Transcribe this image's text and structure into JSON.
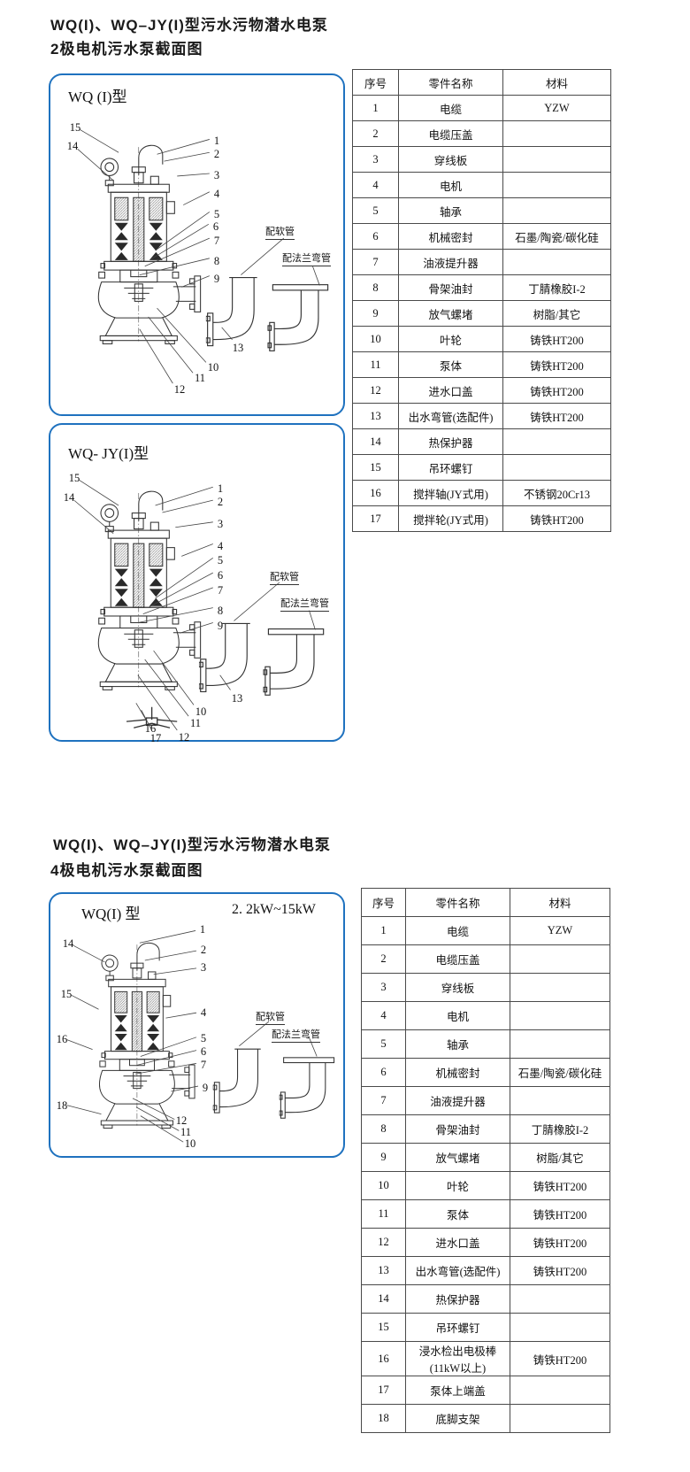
{
  "colors": {
    "box_border": "#1f72bf",
    "table_border": "#4a4a4a",
    "text": "#231f20"
  },
  "section1": {
    "title_line1": "WQ(I)、WQ–JY(I)型污水污物潜水电泵",
    "title_line2": "2极电机污水泵截面图",
    "diagram1": {
      "label": "WQ (I)型",
      "soft_pipe_label": "配软管",
      "flange_pipe_label": "配法兰弯管",
      "callouts": [
        "15",
        "14",
        "1",
        "2",
        "3",
        "4",
        "5",
        "6",
        "7",
        "8",
        "9",
        "13",
        "10",
        "11",
        "12"
      ]
    },
    "diagram2": {
      "label": "WQ- JY(I)型",
      "soft_pipe_label": "配软管",
      "flange_pipe_label": "配法兰弯管",
      "callouts": [
        "15",
        "14",
        "1",
        "2",
        "3",
        "4",
        "5",
        "6",
        "7",
        "8",
        "9",
        "13",
        "10",
        "11",
        "16",
        "17",
        "12"
      ]
    },
    "table": {
      "headers": [
        "序号",
        "零件名称",
        "材料"
      ],
      "rows": [
        [
          "1",
          "电缆",
          "YZW"
        ],
        [
          "2",
          "电缆压盖",
          ""
        ],
        [
          "3",
          "穿线板",
          ""
        ],
        [
          "4",
          "电机",
          ""
        ],
        [
          "5",
          "轴承",
          ""
        ],
        [
          "6",
          "机械密封",
          "石墨/陶瓷/碳化硅"
        ],
        [
          "7",
          "油液提升器",
          ""
        ],
        [
          "8",
          "骨架油封",
          "丁腈橡胶I-2"
        ],
        [
          "9",
          "放气螺堵",
          "树脂/其它"
        ],
        [
          "10",
          "叶轮",
          "铸铁HT200"
        ],
        [
          "11",
          "泵体",
          "铸铁HT200"
        ],
        [
          "12",
          "进水口盖",
          "铸铁HT200"
        ],
        [
          "13",
          "出水弯管(选配件)",
          "铸铁HT200"
        ],
        [
          "14",
          "热保护器",
          ""
        ],
        [
          "15",
          "吊环螺钉",
          ""
        ],
        [
          "16",
          "搅拌轴(JY式用)",
          "不锈钢20Cr13"
        ],
        [
          "17",
          "搅拌轮(JY式用)",
          "铸铁HT200"
        ]
      ]
    }
  },
  "section2": {
    "title_line1": "WQ(I)、WQ–JY(I)型污水污物潜水电泵",
    "title_line2": "4极电机污水泵截面图",
    "diagram3": {
      "label": "WQ(I) 型",
      "power_range": "2. 2kW~15kW",
      "soft_pipe_label": "配软管",
      "flange_pipe_label": "配法兰弯管",
      "callouts": [
        "14",
        "15",
        "16",
        "18",
        "1",
        "2",
        "3",
        "4",
        "5",
        "6",
        "7",
        "9",
        "12",
        "11",
        "10"
      ]
    },
    "table": {
      "headers": [
        "序号",
        "零件名称",
        "材料"
      ],
      "rows": [
        [
          "1",
          "电缆",
          "YZW"
        ],
        [
          "2",
          "电缆压盖",
          ""
        ],
        [
          "3",
          "穿线板",
          ""
        ],
        [
          "4",
          "电机",
          ""
        ],
        [
          "5",
          "轴承",
          ""
        ],
        [
          "6",
          "机械密封",
          "石墨/陶瓷/碳化硅"
        ],
        [
          "7",
          "油液提升器",
          ""
        ],
        [
          "8",
          "骨架油封",
          "丁腈橡胶I-2"
        ],
        [
          "9",
          "放气螺堵",
          "树脂/其它"
        ],
        [
          "10",
          "叶轮",
          "铸铁HT200"
        ],
        [
          "11",
          "泵体",
          "铸铁HT200"
        ],
        [
          "12",
          "进水口盖",
          "铸铁HT200"
        ],
        [
          "13",
          "出水弯管(选配件)",
          "铸铁HT200"
        ],
        [
          "14",
          "热保护器",
          ""
        ],
        [
          "15",
          "吊环螺钉",
          ""
        ],
        [
          "16",
          "浸水检出电极棒\n(11kW以上)",
          "铸铁HT200"
        ],
        [
          "17",
          "泵体上端盖",
          ""
        ],
        [
          "18",
          "底脚支架",
          ""
        ]
      ]
    }
  }
}
